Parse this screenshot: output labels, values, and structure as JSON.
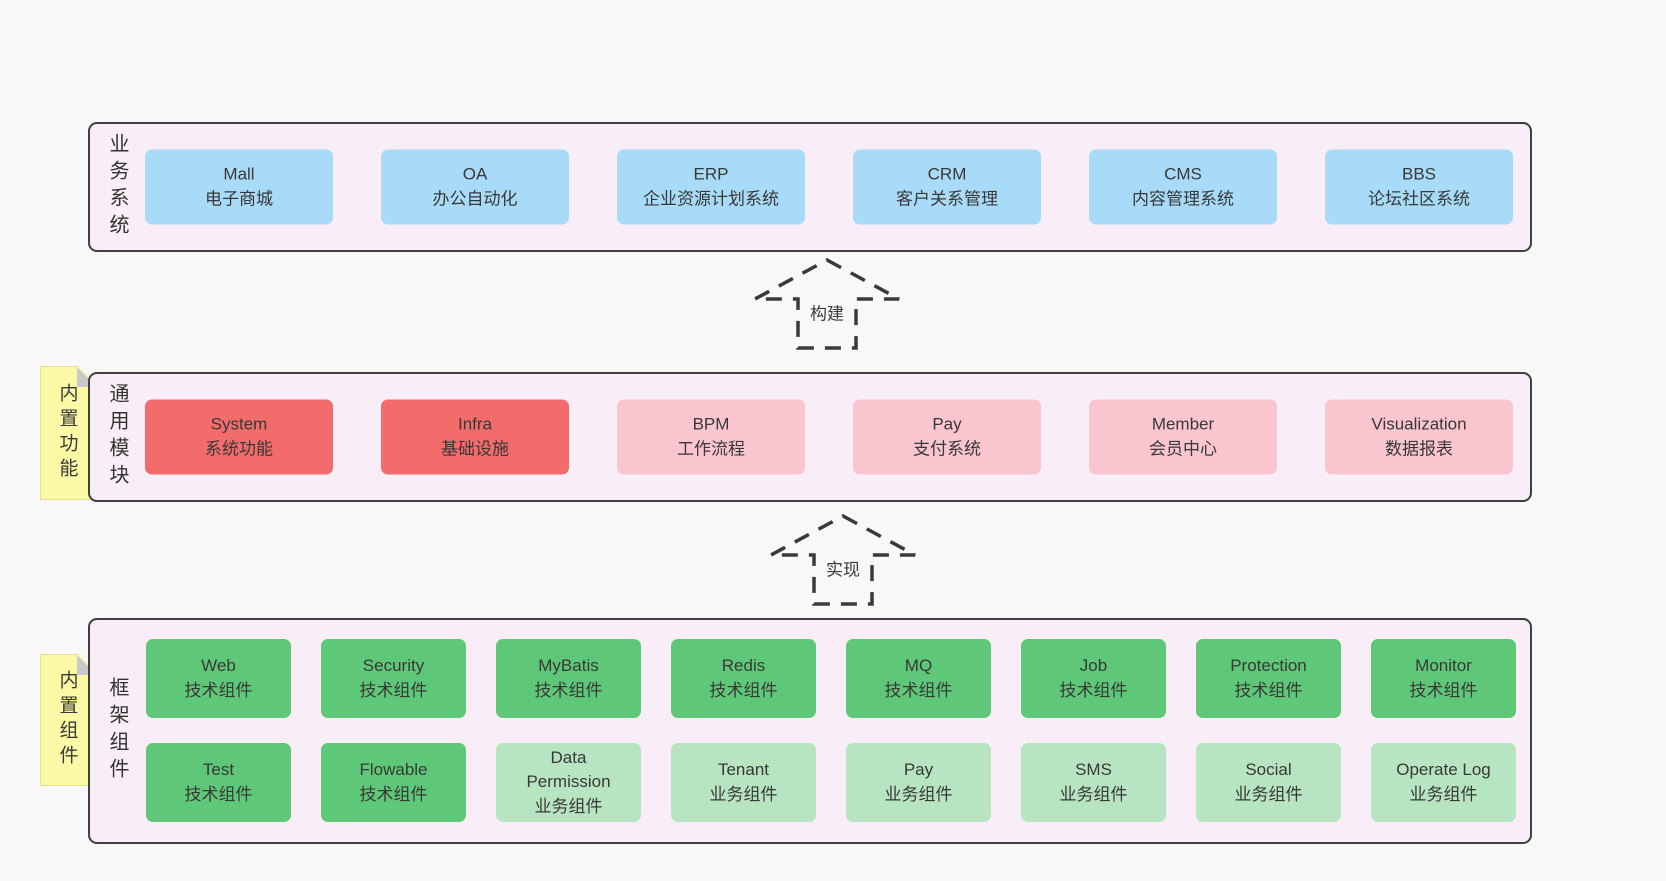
{
  "colors": {
    "page_bg": "#f8f8f8",
    "band_bg": "#f9eef7",
    "band_border": "#3f3f3f",
    "blue_box": "#a8dbf7",
    "red_box": "#f26c6c",
    "pink_box": "#f9c5ce",
    "green_box": "#5fc878",
    "light_green_box": "#b8e5c1",
    "note_bg": "#fbf9a5",
    "note_fold": "#c9c9c9",
    "text": "#383838"
  },
  "arrows": [
    {
      "label": "构建"
    },
    {
      "label": "实现"
    }
  ],
  "bands": [
    {
      "label": "业务系统",
      "boxes": [
        {
          "name": "Mall",
          "desc": "电子商城"
        },
        {
          "name": "OA",
          "desc": "办公自动化"
        },
        {
          "name": "ERP",
          "desc": "企业资源计划系统"
        },
        {
          "name": "CRM",
          "desc": "客户关系管理"
        },
        {
          "name": "CMS",
          "desc": "内容管理系统"
        },
        {
          "name": "BBS",
          "desc": "论坛社区系统"
        }
      ]
    },
    {
      "label": "通用模块",
      "note": "内置功能",
      "boxes": [
        {
          "name": "System",
          "desc": "系统功能"
        },
        {
          "name": "Infra",
          "desc": "基础设施"
        },
        {
          "name": "BPM",
          "desc": "工作流程"
        },
        {
          "name": "Pay",
          "desc": "支付系统"
        },
        {
          "name": "Member",
          "desc": "会员中心"
        },
        {
          "name": "Visualization",
          "desc": "数据报表"
        }
      ]
    },
    {
      "label": "框架组件",
      "note": "内置组件",
      "rows": [
        [
          {
            "name": "Web",
            "desc": "技术组件"
          },
          {
            "name": "Security",
            "desc": "技术组件"
          },
          {
            "name": "MyBatis",
            "desc": "技术组件"
          },
          {
            "name": "Redis",
            "desc": "技术组件"
          },
          {
            "name": "MQ",
            "desc": "技术组件"
          },
          {
            "name": "Job",
            "desc": "技术组件"
          },
          {
            "name": "Protection",
            "desc": "技术组件"
          },
          {
            "name": "Monitor",
            "desc": "技术组件"
          }
        ],
        [
          {
            "name": "Test",
            "desc": "技术组件"
          },
          {
            "name": "Flowable",
            "desc": "技术组件"
          },
          {
            "name": "Data Permission",
            "desc": "业务组件"
          },
          {
            "name": "Tenant",
            "desc": "业务组件"
          },
          {
            "name": "Pay",
            "desc": "业务组件"
          },
          {
            "name": "SMS",
            "desc": "业务组件"
          },
          {
            "name": "Social",
            "desc": "业务组件"
          },
          {
            "name": "Operate Log",
            "desc": "业务组件"
          }
        ]
      ]
    }
  ]
}
